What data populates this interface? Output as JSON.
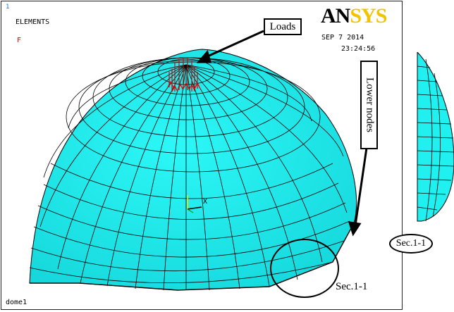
{
  "ansys_window": {
    "window_number": "1",
    "element_type": "ELEMENTS",
    "legend_force": "F",
    "legend_force_color": "#e00000",
    "date": "SEP  7 2014",
    "time": "23:24:56",
    "title": "dome1",
    "logo": "ANSYS",
    "triad_axis": "X"
  },
  "annotations": {
    "loads": "Loads",
    "lower_nodes": "Lower nodes",
    "section_right": "Sec.1-1",
    "section_panel": "Sec.1-1"
  },
  "colors": {
    "mesh_fill": "#20f0f0",
    "mesh_fill_dark": "#14c8cc",
    "mesh_line": "#000000",
    "load_color": "#e00000",
    "triad_y": "#e8e800",
    "triad_x": "#000000",
    "window_number": "#2a6cd6"
  }
}
